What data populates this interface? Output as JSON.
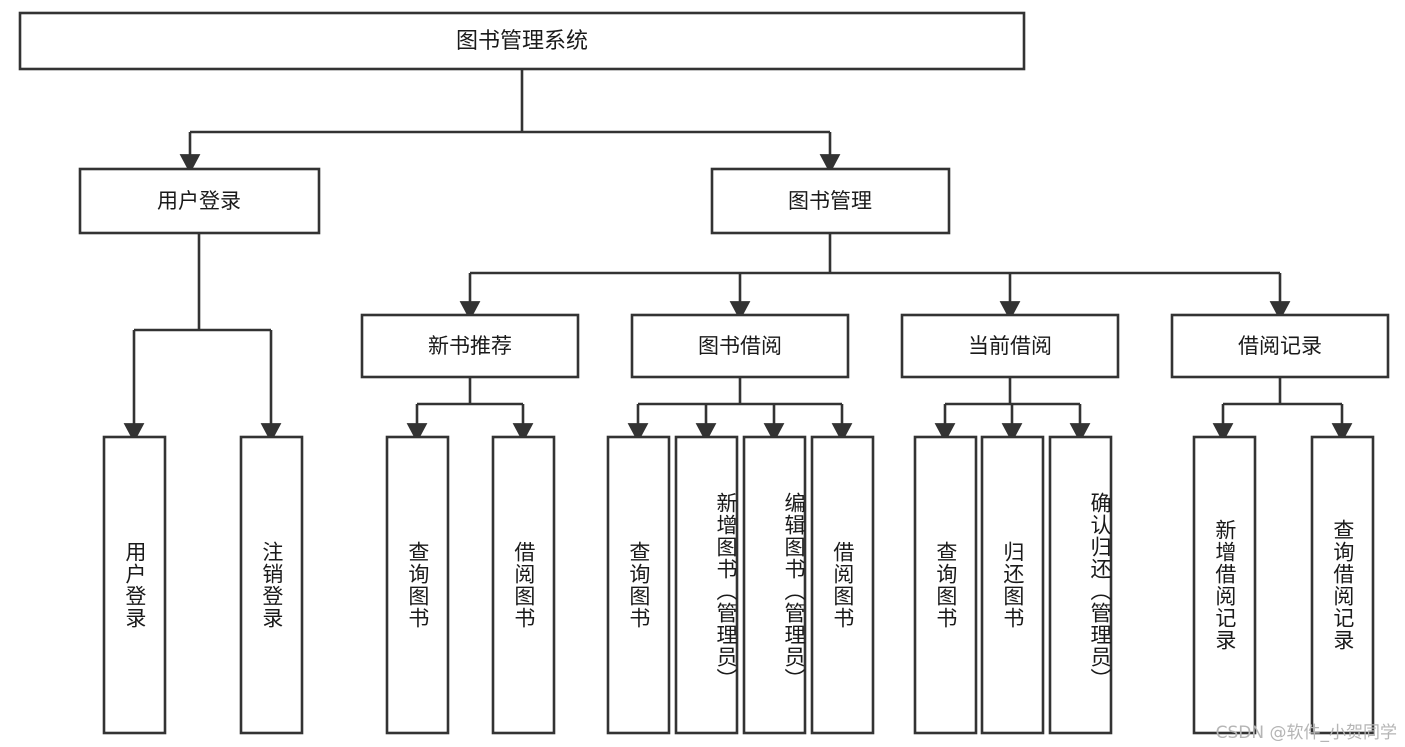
{
  "diagram": {
    "type": "tree-hierarchy",
    "title": "图书管理系统",
    "orientation": "top-down",
    "root": {
      "label": "图书管理系统",
      "children": [
        {
          "label": "用户登录",
          "children": [
            {
              "label": "用户登录"
            },
            {
              "label": "注销登录"
            }
          ]
        },
        {
          "label": "图书管理",
          "children": [
            {
              "label": "新书推荐",
              "children": [
                {
                  "label": "查询图书"
                },
                {
                  "label": "借阅图书"
                }
              ]
            },
            {
              "label": "图书借阅",
              "children": [
                {
                  "label": "查询图书"
                },
                {
                  "label": "新增图书（管理员）"
                },
                {
                  "label": "编辑图书（管理员）"
                },
                {
                  "label": "借阅图书"
                }
              ]
            },
            {
              "label": "当前借阅",
              "children": [
                {
                  "label": "查询图书"
                },
                {
                  "label": "归还图书"
                },
                {
                  "label": "确认归还（管理员）"
                }
              ]
            },
            {
              "label": "借阅记录",
              "children": [
                {
                  "label": "新增借阅记录"
                },
                {
                  "label": "查询借阅记录"
                }
              ]
            }
          ]
        }
      ]
    }
  },
  "nodes": {
    "root": {
      "label": "图书管理系统"
    },
    "level1": [
      {
        "label": "用户登录"
      },
      {
        "label": "图书管理"
      }
    ],
    "level2": [
      {
        "label": "新书推荐"
      },
      {
        "label": "图书借阅"
      },
      {
        "label": "当前借阅"
      },
      {
        "label": "借阅记录"
      }
    ],
    "leaves": [
      {
        "label": "用户登录"
      },
      {
        "label": "注销登录"
      },
      {
        "label": "查询图书"
      },
      {
        "label": "借阅图书"
      },
      {
        "label": "查询图书"
      },
      {
        "label": "新增图书（管理员）"
      },
      {
        "label": "编辑图书（管理员）"
      },
      {
        "label": "借阅图书"
      },
      {
        "label": "查询图书"
      },
      {
        "label": "归还图书"
      },
      {
        "label": "确认归还（管理员）"
      },
      {
        "label": "新增借阅记录"
      },
      {
        "label": "查询借阅记录"
      }
    ]
  },
  "watermark": {
    "text": "CSDN @软件_小贺同学"
  },
  "colors": {
    "stroke": "#333333",
    "box_fill": "#ffffff",
    "text": "#1a1a1a",
    "background": "#ffffff",
    "watermark": "#b5b5b5"
  }
}
